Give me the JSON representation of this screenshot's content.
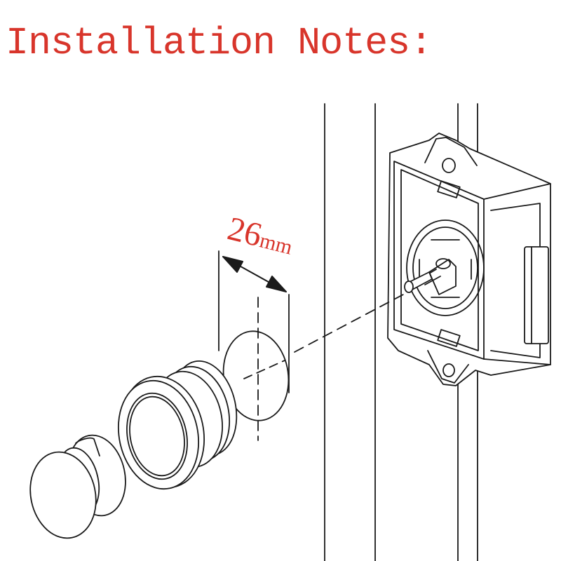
{
  "title": "Installation Notes:",
  "dimension": {
    "value": "26",
    "unit": "mm"
  },
  "colors": {
    "title": "#d8352b",
    "dimension": "#d8352b",
    "line": "#1a1a1a"
  }
}
